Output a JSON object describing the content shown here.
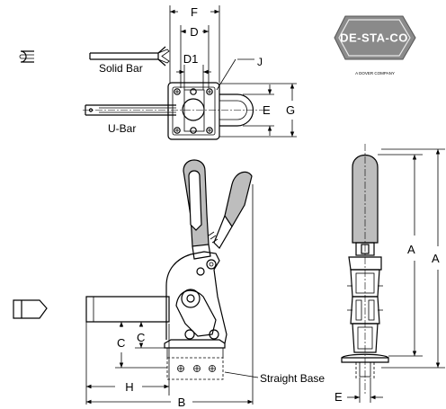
{
  "labels": {
    "solid_bar": "Solid Bar",
    "u_bar": "U-Bar",
    "straight_base": "Straight Base",
    "j": "J"
  },
  "dimensions": {
    "f": "F",
    "d": "D",
    "d1": "D1",
    "e_top": "E",
    "g": "G",
    "a_left": "A",
    "a_right": "A",
    "c_outer": "C",
    "c_inner": "C",
    "h": "H",
    "b": "B",
    "e_bottom": "E"
  },
  "logo": {
    "brand": "DE-STA-CO",
    "tagline": "A DOVER COMPANY"
  }
}
